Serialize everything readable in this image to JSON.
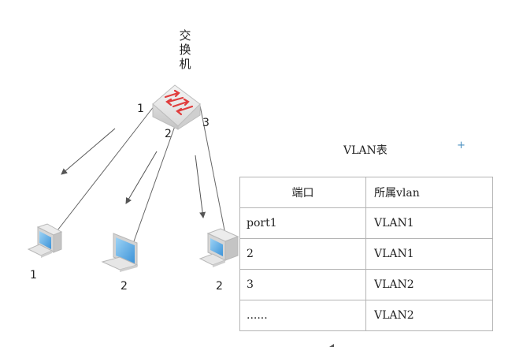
{
  "switch": {
    "title_chars": [
      "交",
      "换",
      "机"
    ],
    "ports": [
      "1",
      "2",
      "3"
    ]
  },
  "pcs": [
    "1",
    "2",
    "2"
  ],
  "table": {
    "title": "VLAN表",
    "headers": [
      "端口",
      "所属vlan"
    ],
    "rows": [
      [
        "port1",
        "VLAN1"
      ],
      [
        "2",
        "VLAN1"
      ],
      [
        "3",
        "VLAN2"
      ],
      [
        "......",
        "VLAN2"
      ]
    ]
  },
  "icons": {
    "switch": "network-switch-icon",
    "pc": "desktop-computer-icon",
    "plus": "plus-icon"
  },
  "colors": {
    "switch_arrows": "#e03c3c",
    "line": "#666666",
    "monitor_screen": "#6fb9ec",
    "table_border": "#b4b4b4",
    "plus": "#4a90c0"
  }
}
